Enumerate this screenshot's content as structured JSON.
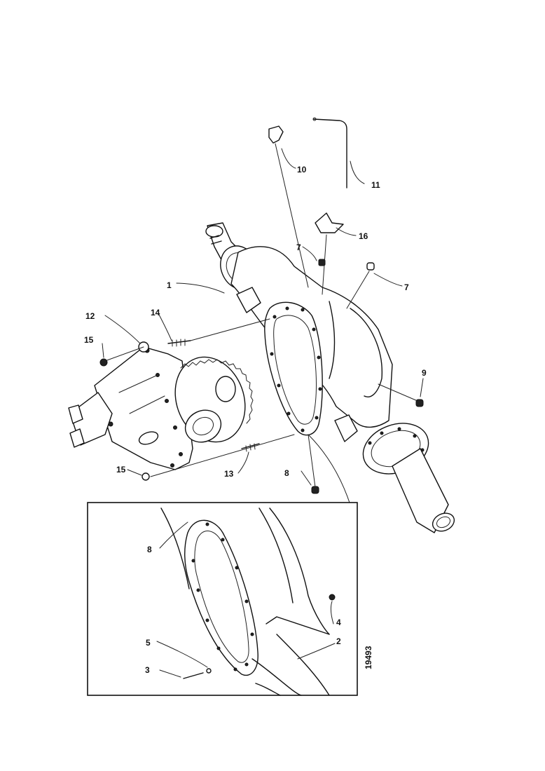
{
  "drawing_number": "19493",
  "callouts": {
    "c1": "1",
    "c2": "2",
    "c3": "3",
    "c4": "4",
    "c5": "5",
    "c7a": "7",
    "c7b": "7",
    "c8a": "8",
    "c8b": "8",
    "c9": "9",
    "c10": "10",
    "c11": "11",
    "c12": "12",
    "c13": "13",
    "c14": "14",
    "c15a": "15",
    "c15b": "15",
    "c16": "16"
  }
}
